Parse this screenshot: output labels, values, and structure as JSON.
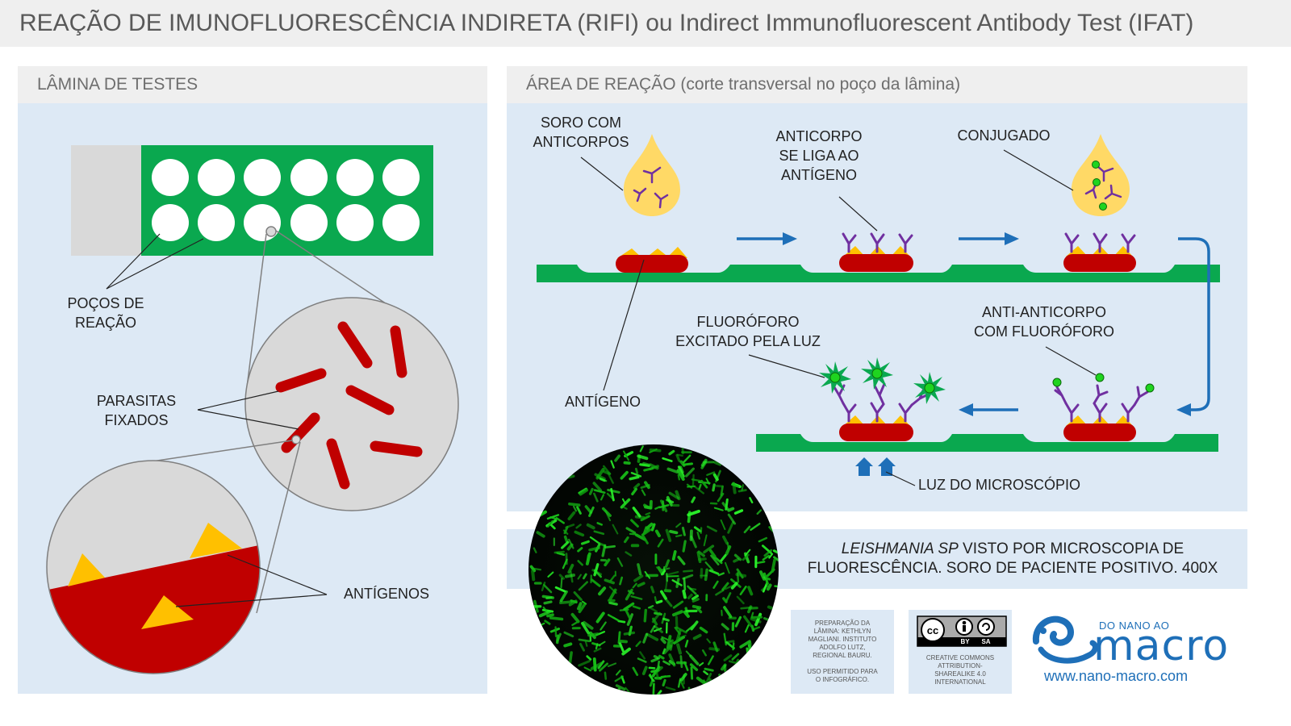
{
  "title": "REAÇÃO DE IMUNOFLUORESCÊNCIA INDIRETA (RIFI) ou Indirect Immunofluorescent Antibody Test (IFAT)",
  "left_panel": {
    "header": "LÂMINA DE TESTES",
    "label_wells": "POÇOS DE\nREAÇÃO",
    "label_parasites": "PARASITAS\nFIXADOS",
    "label_antigens": "ANTÍGENOS"
  },
  "right_panel": {
    "header": "ÁREA DE REAÇÃO",
    "header_sub": " (corte transversal no poço da lâmina)",
    "label_serum": "SORO COM\nANTICORPOS",
    "label_binding": "ANTICORPO\nSE LIGA AO\nANTÍGENO",
    "label_conjugate": "CONJUGADO",
    "label_antigen": "ANTÍGENO",
    "label_fluorophore_excited": "FLUORÓFORO\nEXCITADO PELA LUZ",
    "label_anti_antibody": "ANTI-ANTICORPO\nCOM FLUORÓFORO",
    "label_light": "LUZ DO MICROSCÓPIO"
  },
  "micro_caption": {
    "italic": "LEISHMANIA SP",
    "rest": " VISTO POR MICROSCOPIA DE\nFLUORESCÊNCIA. SORO DE PACIENTE POSITIVO. 400X"
  },
  "credit_text": "PREPARAÇÃO DA\nLÂMINA: KETHLYN\nMAGLIANI. INSTITUTO\nADOLFO LUTZ,\nREGIONAL BAURU.\n\nUSO PERMITIDO PARA\nO INFOGRÁFICO.",
  "license": {
    "badge_left": "BY",
    "badge_right": "SA",
    "text": "CREATIVE COMMONS\nATTRIBUTION-\nSHAREALIKE 4.0\nINTERNATIONAL"
  },
  "logo": {
    "top": "DO NANO AO",
    "main": "macro",
    "url": "www.nano-macro.com"
  },
  "colors": {
    "slide_green": "#0aa84f",
    "panel_bg": "#dde9f5",
    "parasite_red": "#c00000",
    "antigen_yellow": "#ffc000",
    "antibody_purple": "#7030a0",
    "fluor_green": "#1fd41f",
    "arrow_blue": "#1e6fb8",
    "serum_yellow": "#ffd966"
  }
}
